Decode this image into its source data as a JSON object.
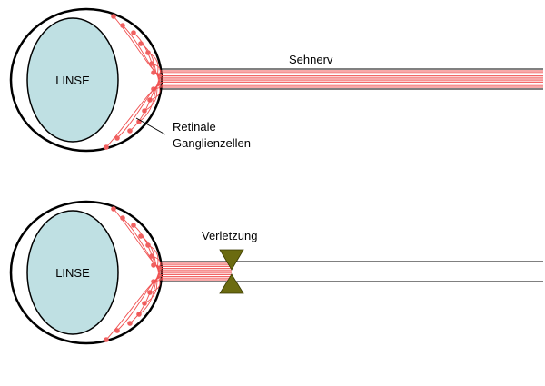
{
  "figure_top": {
    "lens_label": "LINSE",
    "nerve_label": "Sehnerv",
    "cells_label_line1": "Retinale",
    "cells_label_line2": "Ganglienzellen"
  },
  "figure_bottom": {
    "lens_label": "LINSE",
    "injury_label": "Verletzung"
  },
  "colors": {
    "lens_fill": "#bfe0e3",
    "fiber": "#f05050",
    "cell_dot": "#f06060",
    "injury_marker": "#6b6b10",
    "outline": "#000000"
  }
}
